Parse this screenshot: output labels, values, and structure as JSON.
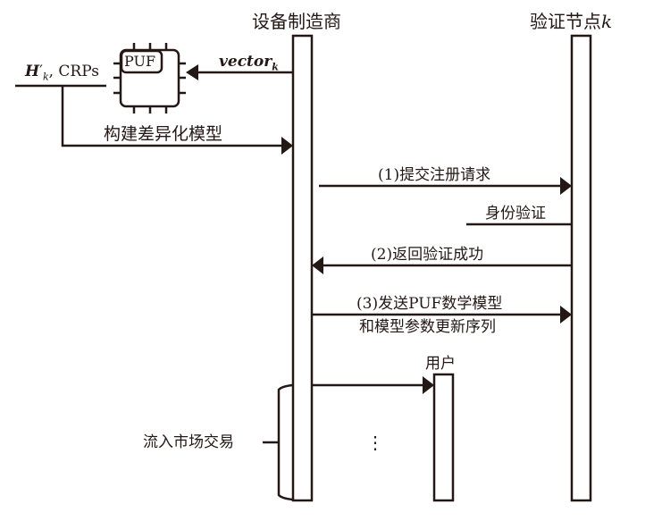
{
  "diagram": {
    "type": "sequence",
    "colors": {
      "stroke": "#231815",
      "background": "#ffffff"
    },
    "participants": {
      "manufacturer": "设备制造商",
      "verifier": "验证节点",
      "verifier_suffix": "k",
      "user": "用户"
    },
    "puf": {
      "chip_label": "PUF",
      "input_label": "vector",
      "input_subscript": "k",
      "output_label_var": "H",
      "output_label_prime": "′",
      "output_label_sub": "k",
      "output_label_rest": ", CRPs"
    },
    "steps": {
      "build_model": "构建差异化模型",
      "step1": "(1)提交注册请求",
      "identity_check": "身份验证",
      "step2": "(2)返回验证成功",
      "step3_line1": "(3)发送PUF数学模型",
      "step3_line2": "和模型参数更新序列",
      "market": "流入市场交易",
      "ellipsis": "⋮"
    }
  }
}
